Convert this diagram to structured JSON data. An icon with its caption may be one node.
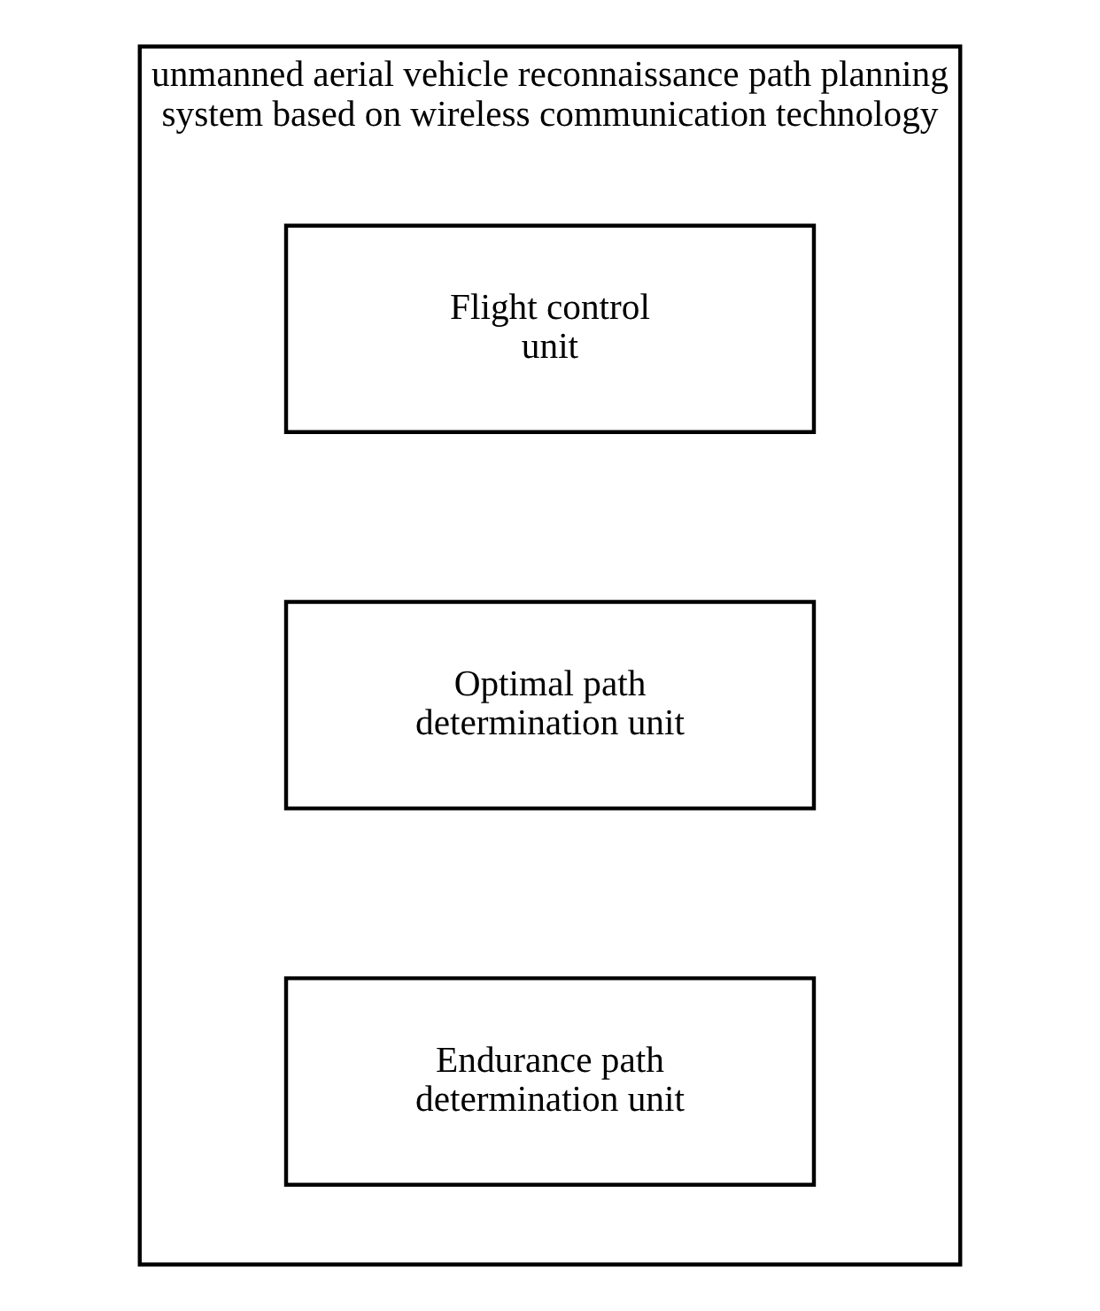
{
  "diagram": {
    "nodes": [
      {
        "text": [
          "unmanned aerial vehicle reconnaissance path planning system based on wireless communication technology"
        ]
      },
      {
        "text": [
          "Flight control unit"
        ],
        "in": 0
      },
      {
        "text": [
          "Optimal path determination unit"
        ],
        "in": 0
      },
      {
        "text": [
          "Endurance path determination unit"
        ],
        "in": 0
      }
    ]
  }
}
